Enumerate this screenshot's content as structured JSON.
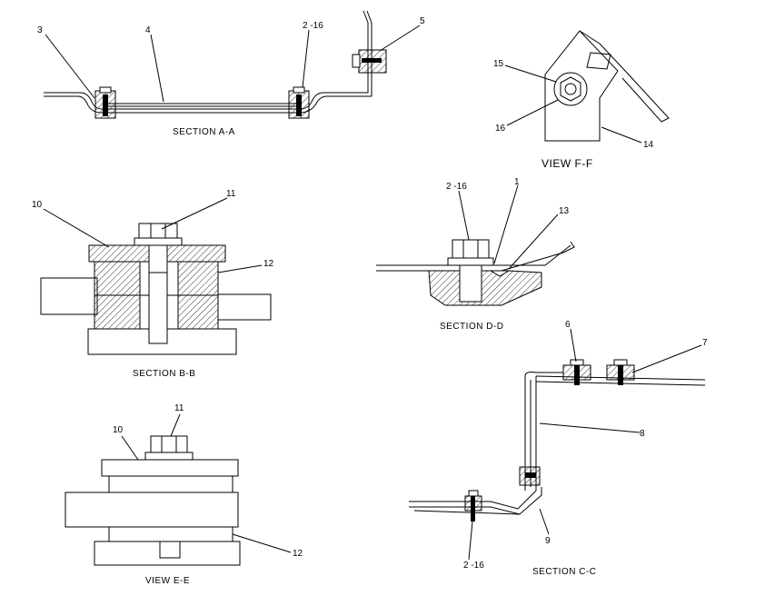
{
  "views": {
    "section_a": "SECTION A-A",
    "view_f": "VIEW F-F",
    "section_b": "SECTION B-B",
    "section_d": "SECTION D-D",
    "view_e": "VIEW E-E",
    "section_c": "SECTION C-C"
  },
  "callouts": {
    "a_3": "3",
    "a_4": "4",
    "a_2_16": "2 -16",
    "a_5": "5",
    "f_15": "15",
    "f_16": "16",
    "f_14": "14",
    "b_10": "10",
    "b_11": "11",
    "b_12": "12",
    "d_2_16": "2 -16",
    "d_1": "1",
    "d_13": "13",
    "c_6": "6",
    "c_7": "7",
    "c_8": "8",
    "c_9": "9",
    "c_2_16": "2 -16",
    "e_11": "11",
    "e_10": "10",
    "e_12": "12"
  }
}
